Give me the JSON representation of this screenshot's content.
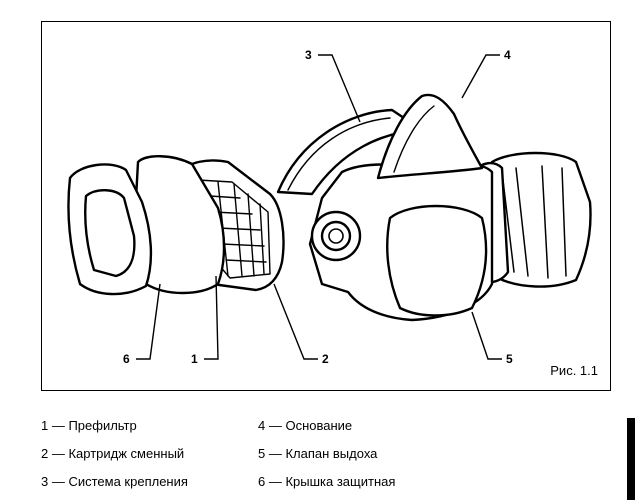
{
  "figure": {
    "caption": "Рис. 1.1",
    "callouts": [
      "1",
      "2",
      "3",
      "4",
      "5",
      "6"
    ]
  },
  "legend": [
    {
      "text": "1 — Префильтр"
    },
    {
      "text": "2 — Картридж сменный"
    },
    {
      "text": "3 — Система крепления"
    },
    {
      "text": "4 — Основание"
    },
    {
      "text": "5 — Клапан выдоха"
    },
    {
      "text": "6 — Крышка защитная"
    }
  ]
}
